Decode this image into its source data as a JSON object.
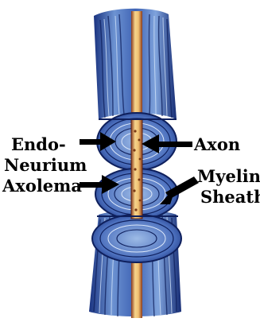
{
  "labels": {
    "endo": "Endo-",
    "neurium": "Neurium",
    "axolema": "Axolema",
    "axon": "Axon",
    "myelin": "Myelin",
    "sheath": "Sheath"
  },
  "colors": {
    "nerve_blue": "#2b4fa0",
    "nerve_light": "#8fb0de",
    "nerve_dark": "#0e1f5c",
    "axon_core": "#f2c87a",
    "axon_edge": "#8a3b1e",
    "arrow": "#000000"
  }
}
